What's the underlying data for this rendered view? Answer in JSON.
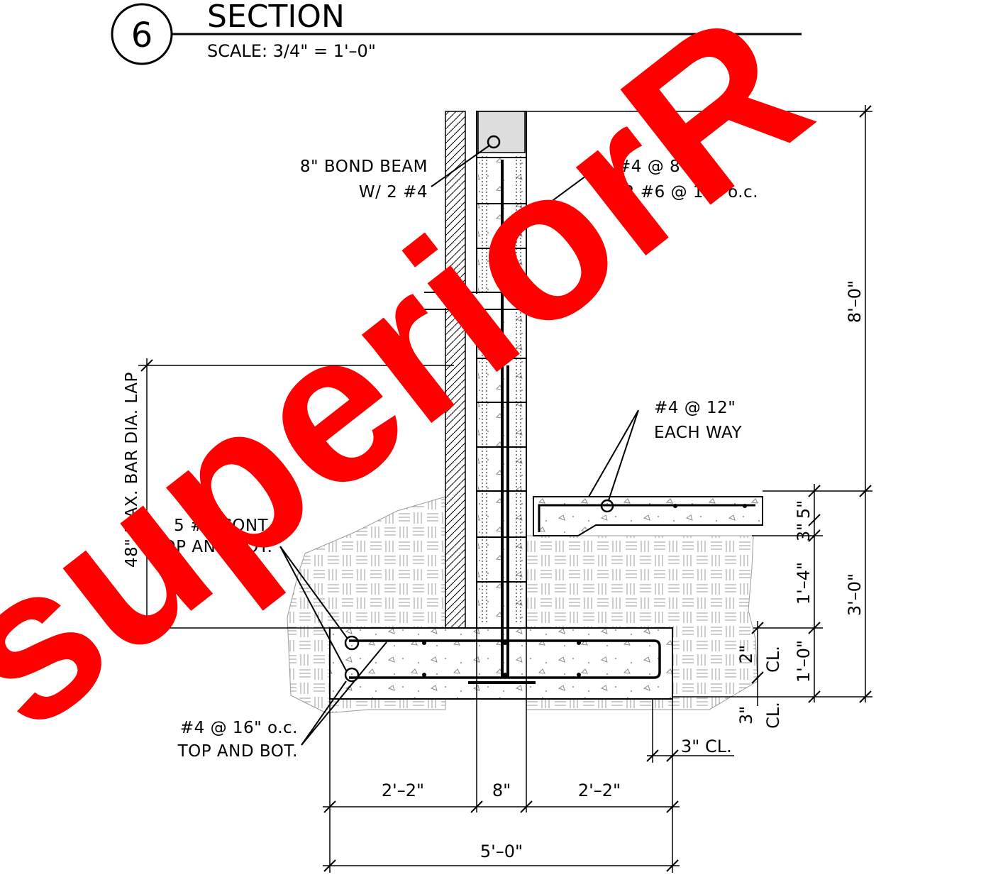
{
  "title": {
    "detail_number": "6",
    "name": "SECTION",
    "scale": "SCALE:  3/4\"  =  1'–0\""
  },
  "labels": {
    "bond_beam_1": "8\" BOND BEAM",
    "bond_beam_2": "W/ 2 #4",
    "vert_bar_1": "#4 @ 8\" o.c.",
    "vert_bar_2": "OR #6 @ 16\" o.c.",
    "slab_bar_1": "#4 @ 12\"",
    "slab_bar_2": "EACH WAY",
    "caisson": "48\" MAX. BAR DIA. LAP",
    "cont_1": "5 #4 CONT.",
    "cont_2": "TOP AND BOT.",
    "footing_bar_1": "#4 @ 16\" o.c.",
    "footing_bar_2": "TOP AND BOT."
  },
  "dimensions": {
    "wall_height": "8'–0\"",
    "slab": "5\"",
    "slab_base": "3\"",
    "soil_depth": "1'–4\"",
    "footing_depth": "1'–0\"",
    "total_depth": "3'–0\"",
    "top_cover": "2\"",
    "top_cover_cl": "CL.",
    "bot_cover": "3\"",
    "bot_cover_cl": "CL.",
    "side_cover": "3\" CL.",
    "left_width": "2'–2\"",
    "wall_width": "8\"",
    "right_width": "2'–2\"",
    "total_width": "5'–0\""
  },
  "watermark": {
    "text": "superiorR",
    "color": "#ff0000"
  }
}
